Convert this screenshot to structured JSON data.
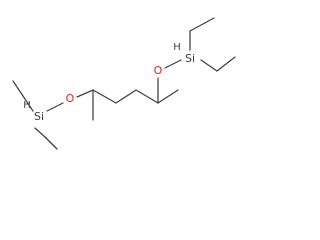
{
  "labels": {
    "o_left": "O",
    "o_right": "O",
    "si_left": "Si",
    "si_right": "Si",
    "h_left": "H",
    "h_right": "H"
  },
  "colors": {
    "bond": "#3f3f3f",
    "oxygen": "#e02020",
    "silicon": "#3f3f3f",
    "background": "#ffffff"
  }
}
